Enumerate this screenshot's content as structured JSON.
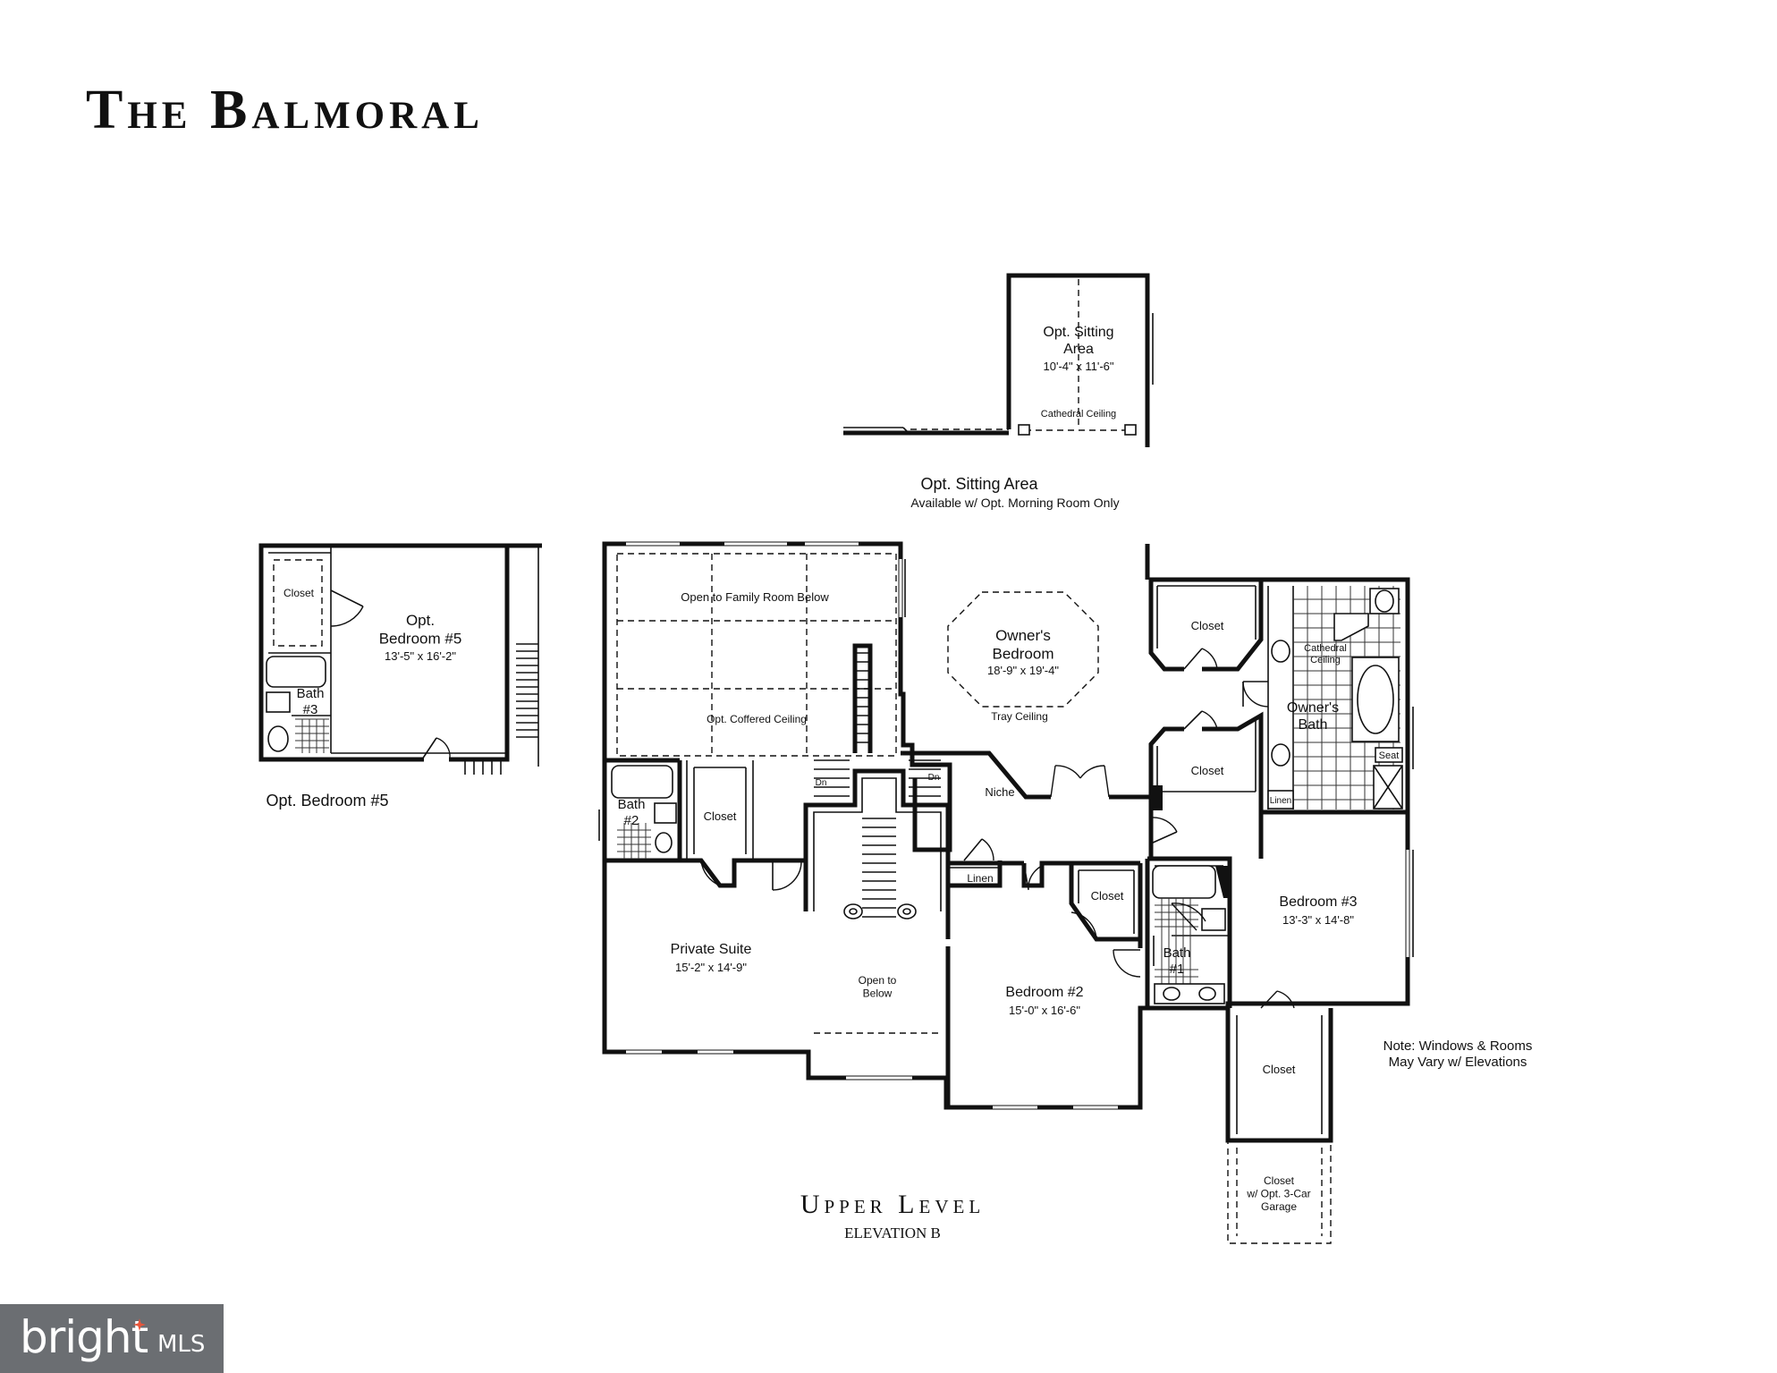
{
  "page_title": "The Balmoral",
  "sitting_area": {
    "room_name": "Opt. Sitting\nArea",
    "dimensions": "10'-4\" x 11'-6\"",
    "ceiling_note": "Cathedral Ceiling",
    "caption_title": "Opt. Sitting Area",
    "caption_subtitle": "Available w/ Opt. Morning Room Only"
  },
  "bedroom5": {
    "closet": "Closet",
    "room_name": "Opt.\nBedroom #5",
    "dimensions": "13'-5\" x 16'-2\"",
    "bath": "Bath\n#3",
    "caption": "Opt. Bedroom #5"
  },
  "main_plan": {
    "open_family_room": "Open to Family Room Below",
    "coffered_ceiling": "Opt. Coffered Ceiling",
    "owners_bedroom_name": "Owner's\nBedroom",
    "owners_bedroom_dims": "18'-9\" x 19'-4\"",
    "tray_ceiling": "Tray Ceiling",
    "owner_closet_top": "Closet",
    "owner_closet_bottom": "Closet",
    "cathedral_ceiling": "Cathedral\nCeiling",
    "owners_bath": "Owner's\nBath",
    "seat": "Seat",
    "linen_owner": "Linen",
    "niche": "Niche",
    "dn_left": "Dn",
    "dn_right": "Dn",
    "bath2": "Bath\n#2",
    "closet_suite": "Closet",
    "private_suite_name": "Private Suite",
    "private_suite_dims": "15'-2\" x 14'-9\"",
    "open_below": "Open to\nBelow",
    "linen_hall": "Linen",
    "closet_bed2": "Closet",
    "bedroom2_name": "Bedroom #2",
    "bedroom2_dims": "15'-0\" x 16'-6\"",
    "bath1": "Bath\n#1",
    "bedroom3_name": "Bedroom #3",
    "bedroom3_dims": "13'-3\" x 14'-8\"",
    "closet_lower": "Closet",
    "closet_garage": "Closet\nw/ Opt. 3-Car\nGarage"
  },
  "note": "Note: Windows & Rooms\nMay Vary w/ Elevations",
  "level_title": "Upper Level",
  "elevation": "ELEVATION B",
  "watermark": {
    "brand": "bright",
    "mls": "MLS",
    "accent_color": "#e8553a",
    "bg_color": "#6b6e72"
  }
}
